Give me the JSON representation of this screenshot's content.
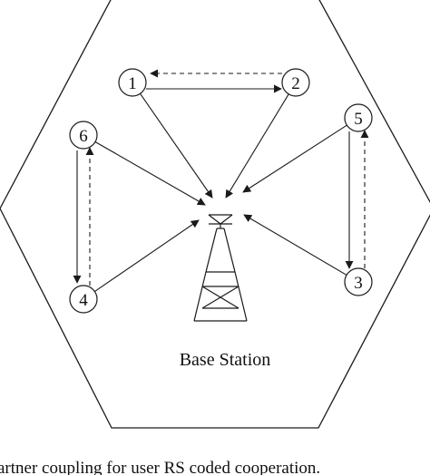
{
  "diagram": {
    "users": [
      {
        "id": "1",
        "label": "1"
      },
      {
        "id": "2",
        "label": "2"
      },
      {
        "id": "3",
        "label": "3"
      },
      {
        "id": "4",
        "label": "4"
      },
      {
        "id": "5",
        "label": "5"
      },
      {
        "id": "6",
        "label": "6"
      }
    ],
    "base_station_label": "Base Station",
    "partner_links": [
      {
        "from": "2",
        "to": "1",
        "style": "dashed"
      },
      {
        "from": "1",
        "to": "2",
        "style": "solid"
      },
      {
        "from": "3",
        "to": "5",
        "style": "dashed"
      },
      {
        "from": "5",
        "to": "3",
        "style": "solid"
      },
      {
        "from": "4",
        "to": "6",
        "style": "dashed"
      },
      {
        "from": "6",
        "to": "4",
        "style": "solid"
      }
    ],
    "uplinks": [
      "1",
      "2",
      "3",
      "4",
      "5",
      "6"
    ],
    "colors": {
      "stroke": "#1a1a1a",
      "background": "#ffffff"
    }
  },
  "caption": "artner coupling for user RS coded cooperation."
}
